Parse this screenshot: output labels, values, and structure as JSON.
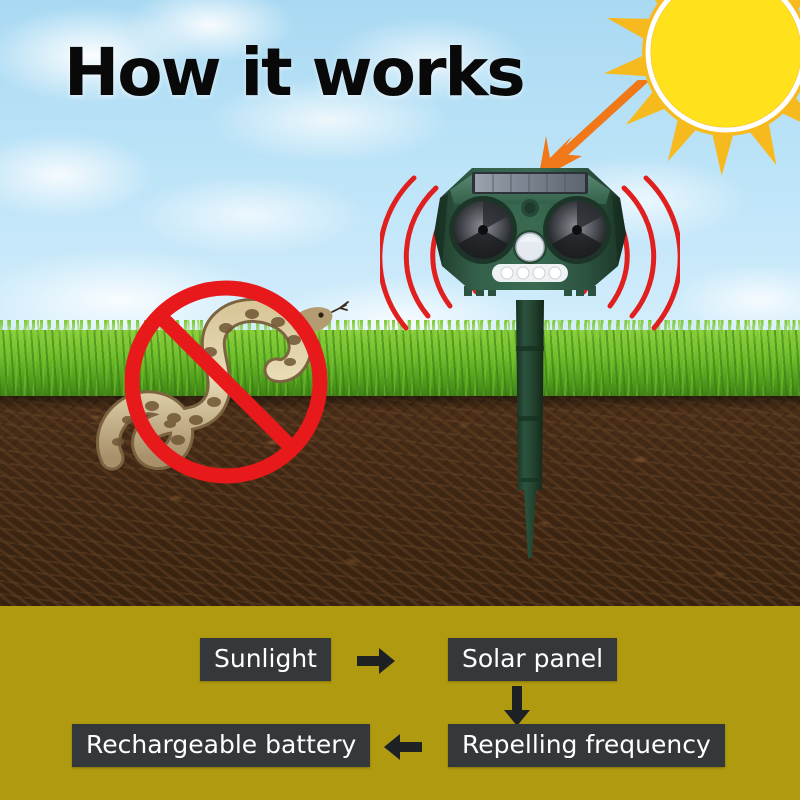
{
  "title": "How it works",
  "scene": {
    "sky_label": "sky-with-clouds",
    "grass_label": "grass-strip",
    "soil_label": "soil-cross-section",
    "sun_label": "sun",
    "sunlight_arrow_label": "sunlight-arrow",
    "snake_label": "snake",
    "no_sign_label": "prohibition-sign",
    "device_label": "solar-ultrasonic-animal-repeller",
    "device_parts": {
      "solar_panel": "solar-panel",
      "left_speaker": "ultrasonic-speaker-left",
      "right_speaker": "ultrasonic-speaker-right",
      "motion_sensor": "pir-motion-sensor",
      "led_strip": "led-flashing-light",
      "stake": "ground-stake",
      "sound_waves": "ultrasonic-sound-waves"
    }
  },
  "colors": {
    "sun_core": "#ffe21c",
    "sun_rays": "#f7ba1e",
    "arrow_orange": "#f07818",
    "sound_wave_red": "#e01f1f",
    "prohibition_red": "#e8191b",
    "panel_background": "#b09a10",
    "box_background": "#34383b",
    "box_text": "#ffffff",
    "device_green": "#2f5641",
    "grass_green": "#6fbd2b",
    "soil_brown": "#3e2713",
    "title_black": "#090909"
  },
  "flow": {
    "steps": [
      {
        "id": "sunlight",
        "label": "Sunlight"
      },
      {
        "id": "solar-panel",
        "label": "Solar panel"
      },
      {
        "id": "repelling-frequency",
        "label": "Repelling frequency"
      },
      {
        "id": "rechargeable-battery",
        "label": "Rechargeable battery"
      }
    ],
    "arrows": [
      {
        "id": "arrow-right-sunlight-to-solar-panel",
        "direction": "right"
      },
      {
        "id": "arrow-down-solar-panel-to-repelling-frequency",
        "direction": "down"
      },
      {
        "id": "arrow-left-repelling-frequency-to-battery",
        "direction": "left"
      }
    ]
  }
}
